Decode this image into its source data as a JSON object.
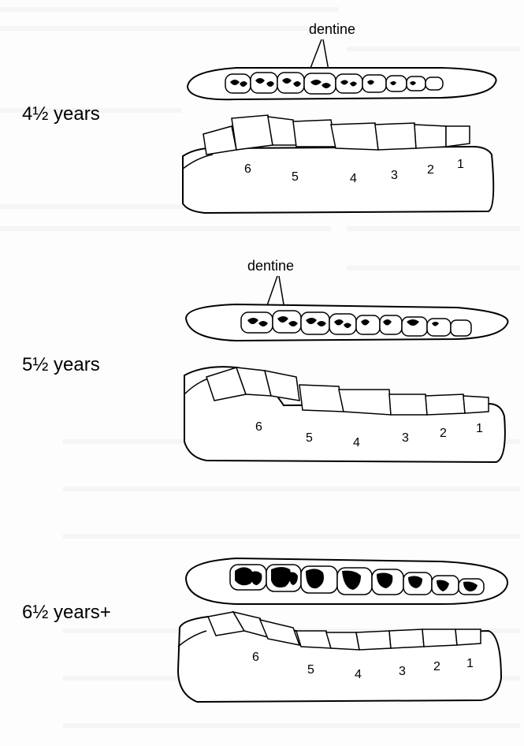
{
  "sections": [
    {
      "age": "4½ years",
      "dentine_label": "dentine",
      "tooth_numbers": [
        "6",
        "5",
        "4",
        "3",
        "2",
        "1"
      ]
    },
    {
      "age": "5½ years",
      "dentine_label": "dentine",
      "tooth_numbers": [
        "6",
        "5",
        "4",
        "3",
        "2",
        "1"
      ]
    },
    {
      "age": "6½ years+",
      "tooth_numbers": [
        "6",
        "5",
        "4",
        "3",
        "2",
        "1"
      ]
    }
  ]
}
